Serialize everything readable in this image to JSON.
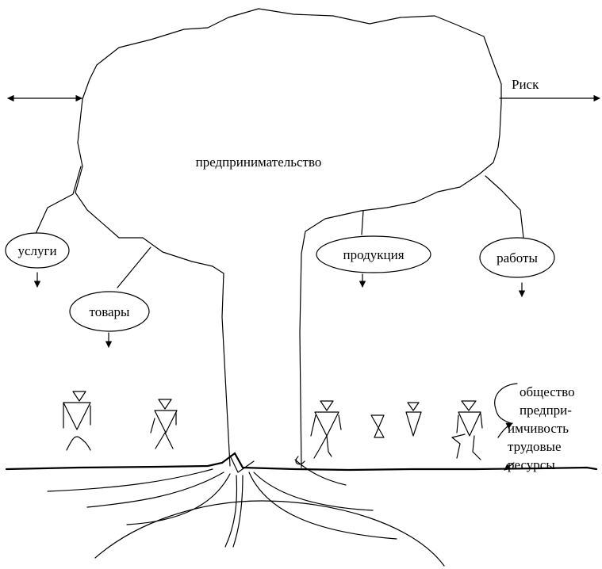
{
  "title": "предпринимательство",
  "risk_label": "Риск",
  "outputs": {
    "services": "услуги",
    "goods": "товары",
    "products": "продукция",
    "works": "работы"
  },
  "side_labels": {
    "society": "общество",
    "enterprise_line1": "предпри-",
    "enterprise_line2": "имчивость",
    "labor_line1": "трудовые",
    "labor_line2": "ресурсы"
  }
}
